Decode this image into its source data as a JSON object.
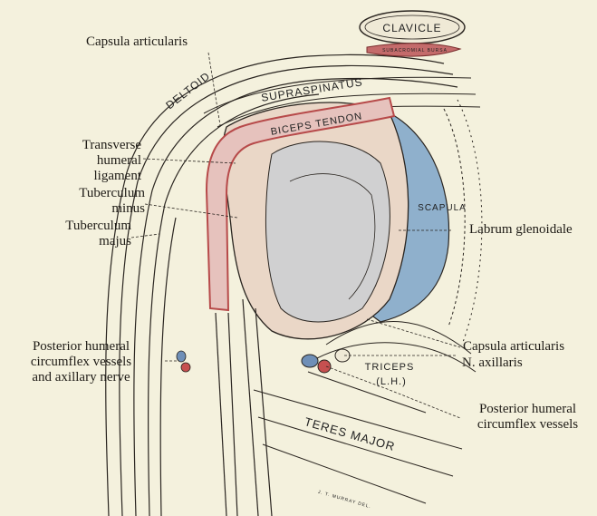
{
  "labels": {
    "capsula_top": "Capsula articularis",
    "transverse": [
      "Transverse",
      "humeral",
      "ligament"
    ],
    "tuberculum_minus": [
      "Tuberculum",
      "minus"
    ],
    "tuberculum_majus": [
      "Tuberculum",
      "majus"
    ],
    "posterior_left": [
      "Posterior humeral",
      "circumflex vessels",
      "and axillary nerve"
    ],
    "labrum": "Labrum glenoidale",
    "capsula_right": "Capsula articularis",
    "n_axillaris": "N. axillaris",
    "posterior_right": [
      "Posterior humeral",
      "circumflex vessels"
    ]
  },
  "inline_labels": {
    "clavicle": "CLAVICLE",
    "subacromial": "SUBACROMIAL BURSA",
    "supraspinatus": "SUPRASPINATUS",
    "deltoid": "DELTOID",
    "biceps": "BICEPS TENDON",
    "scapula": "SCAPULA",
    "triceps": "TRICEPS",
    "triceps_sub": "(L.H.)",
    "teres": "TERES MAJOR",
    "signature": "J. T. MURRAY DEL."
  },
  "colors": {
    "background": "#f4f1dd",
    "ink": "#2a2520",
    "tendon_red": "#b74a4a",
    "tendon_fill": "#e6c2bd",
    "capsule_fill": "#ead7c7",
    "cartilage_blue": "#8fb0cc",
    "bone_fill": "#efe9d6"
  }
}
